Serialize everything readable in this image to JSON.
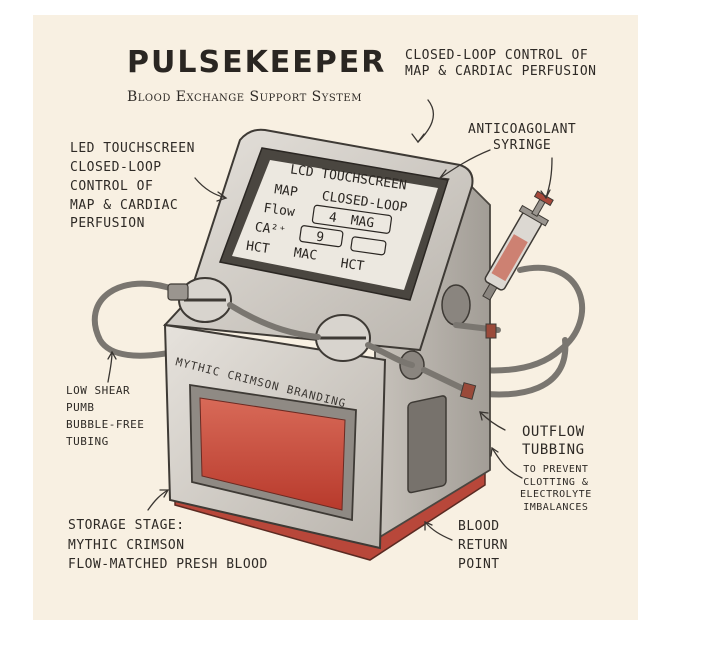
{
  "title": "PULSEKEEPER",
  "subtitle": "Blood Exchange Support System",
  "screen": {
    "header": "LCD TOUCHSCREEN",
    "rows": [
      [
        "MAP",
        "CLOSED-LOOP"
      ],
      [
        "Flow",
        "4",
        "MAG"
      ],
      [
        "CA²⁺",
        "9"
      ],
      [
        "HCT",
        "MAC",
        "HCT"
      ]
    ]
  },
  "branding": "MYTHIC CRIMSON BRANDING",
  "labels": {
    "top_control": [
      "CLOSED-LOOP CONTROL OF",
      "MAP & CARDIAC PERFUSION"
    ],
    "anticoagulant": [
      "ANTICOAGOLANT",
      "SYRINGE"
    ],
    "led_screen": [
      "LED TOUCHSCREEN",
      "CLOSED-LOOP",
      "CONTROL OF",
      "MAP & CARDIAC",
      "PERFUSION"
    ],
    "pump": [
      "LOW SHEAR",
      "PUMB",
      "BUBBLE-FREE",
      "TUBING"
    ],
    "outflow": [
      "OUTFLOW",
      "TUBBING"
    ],
    "outflow_note": [
      "TO PREVENT",
      "CLOTTING &",
      "ELECTROLYTE",
      "IMBALANCES"
    ],
    "storage": [
      "STORAGE STAGE:",
      "MYTHIC CRIMSON",
      "FLOW-MATCHED PRESH BLOOD"
    ],
    "return": [
      "BLOOD",
      "RETURN",
      "POINT"
    ]
  }
}
